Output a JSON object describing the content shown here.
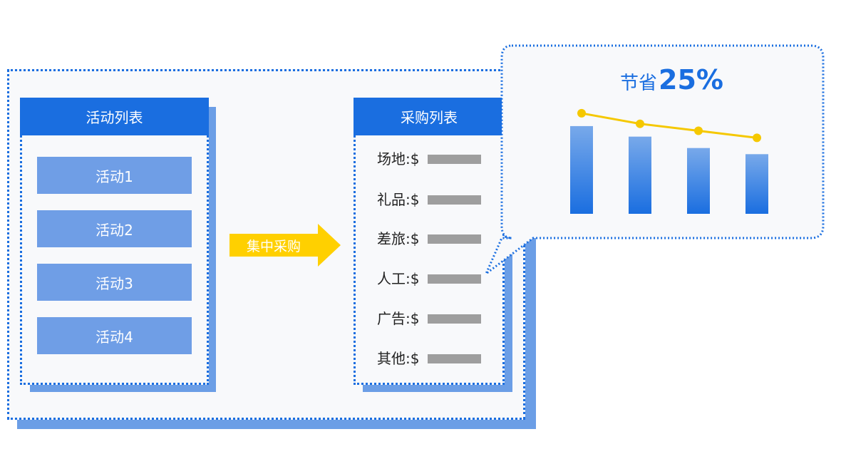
{
  "colors": {
    "accent": "#1a6ee0",
    "item": "#6f9ee6",
    "arrow": "#ffd000",
    "line": "#f5c800"
  },
  "activity_panel": {
    "title": "活动列表",
    "items": [
      "活动1",
      "活动2",
      "活动3",
      "活动4"
    ]
  },
  "flow_arrow": {
    "label": "集中采购"
  },
  "procurement_panel": {
    "title": "采购列表",
    "rows": [
      {
        "label": "场地:$"
      },
      {
        "label": "礼品:$"
      },
      {
        "label": "差旅:$"
      },
      {
        "label": "人工:$"
      },
      {
        "label": "广告:$"
      },
      {
        "label": "其他:$"
      }
    ]
  },
  "savings_bubble": {
    "prefix": "节省",
    "percent": "25%"
  },
  "chart_data": {
    "type": "bar",
    "categories": [
      "",
      "",
      "",
      ""
    ],
    "values": [
      100,
      88,
      75,
      68
    ],
    "line_values": [
      100,
      88,
      80,
      72
    ],
    "ylim": [
      0,
      130
    ],
    "grid": false,
    "legend": "none"
  }
}
